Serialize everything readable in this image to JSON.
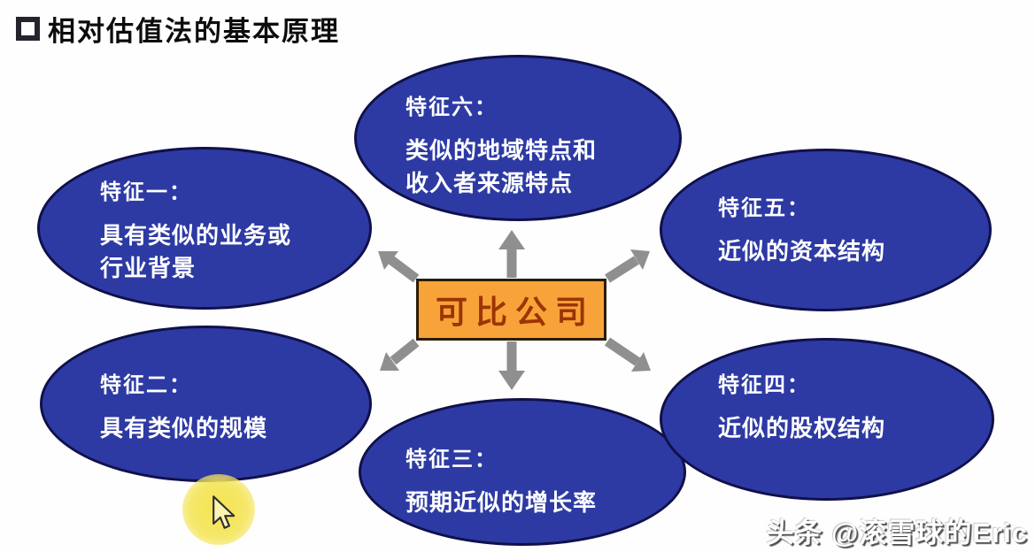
{
  "page_title": "相对估值法的基本原理",
  "diagram": {
    "center_label": "可比公司",
    "features": [
      {
        "title": "特征一：",
        "body": "具有类似的业务或\n行业背景"
      },
      {
        "title": "特征二：",
        "body": "具有类似的规模"
      },
      {
        "title": "特征三：",
        "body": "预期近似的增长率"
      },
      {
        "title": "特征四：",
        "body": "近似的股权结构"
      },
      {
        "title": "特征五：",
        "body": "近似的资本结构"
      },
      {
        "title": "特征六：",
        "body": "类似的地域特点和\n收入者来源特点"
      }
    ]
  },
  "watermark": "头条 @滚雪球的Eric",
  "colors": {
    "ellipse_fill": "#2d3aa3",
    "ellipse_border": "#10104a",
    "ellipse_text": "#ffffff",
    "center_fill": "#f7a339",
    "center_text": "#9c3404",
    "arrow": "#8f8f8f",
    "highlight": "#f4e246",
    "title_text": "#0c0c0c",
    "watermark_text": "#ffffff"
  }
}
